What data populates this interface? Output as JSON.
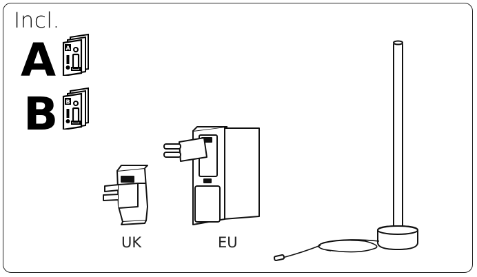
{
  "heading": "Incl.",
  "manuals": [
    {
      "letter": "A"
    },
    {
      "letter": "B"
    }
  ],
  "adapters": {
    "uk_label": "UK",
    "eu_label": "EU"
  },
  "icons": [
    "manual-booklet-icon",
    "uk-plug-adapter-icon",
    "eu-power-adapter-icon",
    "floor-lamp-icon"
  ]
}
